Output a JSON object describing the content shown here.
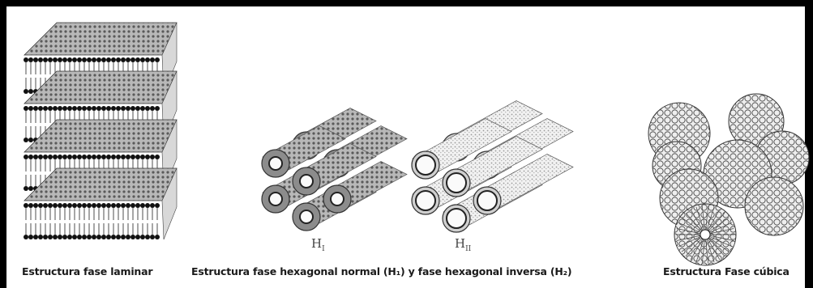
{
  "captions": {
    "laminar": "Estructura fase laminar",
    "hexagonal": "Estructura fase hexagonal normal (H₁) y fase hexagonal inversa (H₂)",
    "cubic": "Estructura Fase cúbica"
  },
  "symbols": {
    "h1": {
      "base": "H",
      "sub": "I"
    },
    "h2": {
      "base": "H",
      "sub": "II"
    }
  },
  "colors": {
    "frame": "#000000",
    "ink": "#1a1a1a",
    "tube_fill": "#9a9a9a",
    "sphere_fill": "#e6e6e6"
  }
}
